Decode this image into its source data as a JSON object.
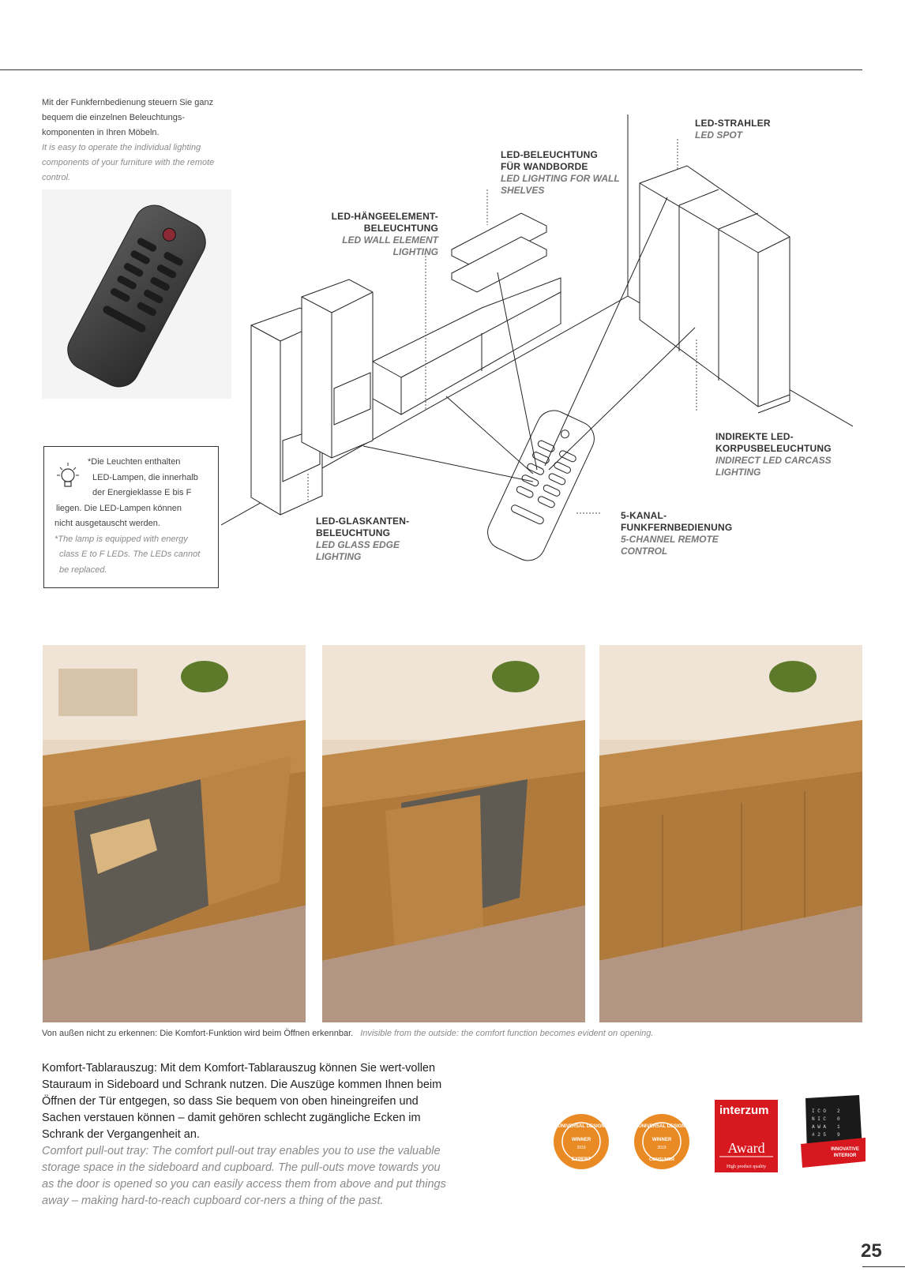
{
  "intro": {
    "de": "Mit der Funkfernbedienung steuern Sie ganz bequem die einzelnen Beleuchtungs-komponenten in Ihren Möbeln.",
    "en": "It is easy to operate the individual lighting components of your furniture with the remote control."
  },
  "notice": {
    "de_lines": [
      "*Die Leuchten enthalten",
      "LED-Lampen, die innerhalb",
      "der Energieklasse E bis F",
      "liegen. Die LED-Lampen können",
      "nicht ausgetauscht werden."
    ],
    "en_lines": [
      "*The lamp is equipped with energy",
      "class E to F LEDs. The LEDs cannot",
      "be replaced."
    ]
  },
  "labels": {
    "led_spot": {
      "de": "LED-STRAHLER",
      "en": "LED SPOT"
    },
    "shelves": {
      "de": [
        "LED-BELEUCHTUNG",
        "FÜR WANDBORDE"
      ],
      "en": [
        "LED LIGHTING FOR WALL",
        "SHELVES"
      ]
    },
    "wall_element": {
      "de": [
        "LED-HÄNGEELEMENT-",
        "BELEUCHTUNG"
      ],
      "en": [
        "LED WALL ELEMENT",
        "LIGHTING"
      ]
    },
    "carcass": {
      "de": [
        "INDIREKTE LED-",
        "KORPUSBELEUCHTUNG"
      ],
      "en": [
        "INDIRECT LED CARCASS",
        "LIGHTING"
      ]
    },
    "glass_edge": {
      "de": [
        "LED-GLASKANTEN-",
        "BELEUCHTUNG"
      ],
      "en": [
        "LED GLASS EDGE",
        "LIGHTING"
      ]
    },
    "remote": {
      "de": [
        "5-KANAL-",
        "FUNKFERNBEDIENUNG"
      ],
      "en": [
        "5-CHANNEL REMOTE",
        "CONTROL"
      ]
    }
  },
  "caption": {
    "de": "Von außen nicht zu erkennen: Die Komfort-Funktion wird beim Öffnen erkennbar.",
    "en": "Invisible from the outside: the comfort function becomes evident on opening."
  },
  "body": {
    "de": "Komfort-Tablarauszug: Mit dem Komfort-Tablarauszug können Sie wert-vollen Stauraum in Sideboard und Schrank nutzen. Die Auszüge kommen Ihnen beim Öffnen der Tür entgegen, so dass Sie bequem von oben hineingreifen und Sachen verstauen können – damit gehören schlecht zugängliche Ecken im Schrank der Vergangenheit an.",
    "en": "Comfort pull-out tray: The comfort pull-out tray enables you to use the valuable storage space in the sideboard and cupboard. The pull-outs move towards you as the door is opened so you can easily access them from above and put things away – making hard-to-reach cupboard cor-ners a thing of the past."
  },
  "awards": {
    "ud_ring": "UNIVERSAL DESIGN",
    "ud_winner": "WINNER",
    "ud_year": "2019",
    "ud_expert": "EXPERT",
    "ud_consumer": "CONSUMER",
    "interzum_title": "interzum",
    "interzum_award": "Award",
    "interzum_sub": "High product quality",
    "iconic_lines": [
      "I C O",
      "N I C",
      "A W A",
      "# 2 5"
    ],
    "iconic_digits": [
      "2",
      "0",
      "1",
      "9"
    ],
    "iconic_ribbon": [
      "INNOVATIVE",
      "INTERIOR"
    ]
  },
  "page_number": "25",
  "colors": {
    "badge_orange": "#e98a24",
    "interzum_red": "#d7191f",
    "iconic_black": "#1a1a1a"
  }
}
